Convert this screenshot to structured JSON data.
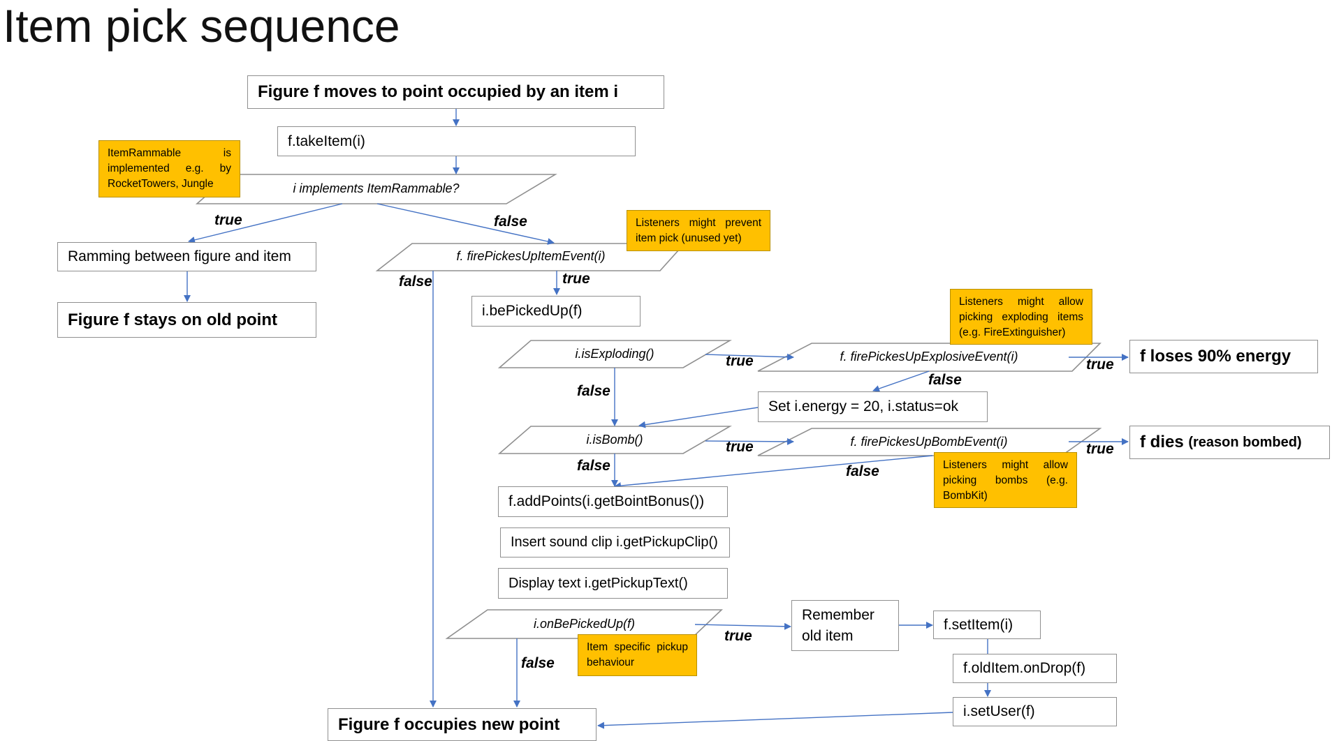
{
  "title": "Item pick sequence",
  "boxes": {
    "start": "Figure f moves to point occupied by an item i",
    "take_item": "f.takeItem(i)",
    "ramming": "Ramming between figure and item",
    "stays": "Figure f stays on old point",
    "be_picked_up": "i.bePickedUp(f)",
    "set_energy": "Set i.energy = 20, i.status=ok",
    "loses_energy": "f loses 90% energy",
    "dies_main": "f dies ",
    "dies_reason": "(reason bombed)",
    "add_points": "f.addPoints(i.getBointBonus())",
    "sound_clip": "Insert sound clip i.getPickupClip()",
    "display_text": "Display text i.getPickupText()",
    "remember_line1": "Remember",
    "remember_line2": "old item",
    "set_item": "f.setItem(i)",
    "old_item_drop": "f.oldItem.onDrop(f)",
    "set_user": "i.setUser(f)",
    "occupies": "Figure f occupies new point"
  },
  "decisions": {
    "rammable": "i implements ItemRammable?",
    "fire_pickup": "f. firePickesUpItemEvent(i)",
    "is_exploding": "i.isExploding()",
    "fire_explosive": "f. firePickesUpExplosiveEvent(i)",
    "is_bomb": "i.isBomb()",
    "fire_bomb": "f. firePickesUpBombEvent(i)",
    "on_picked_up": "i.onBePickedUp(f)"
  },
  "notes": {
    "rammable": "ItemRammable is implemented e.g. by RocketTowers, Jungle",
    "listeners_prevent": "Listeners might prevent item pick (unused yet)",
    "listeners_exploding": "Listeners might allow picking exploding items (e.g. FireExtinguisher)",
    "listeners_bombs": "Listeners might allow picking bombs (e.g. BombKit)",
    "specific": "Item specific pickup behaviour"
  },
  "labels": {
    "true": "true",
    "false": "false"
  },
  "colors": {
    "arrow": "#4472c4",
    "note_fill": "#ffc000",
    "border": "#8f8f8f"
  }
}
